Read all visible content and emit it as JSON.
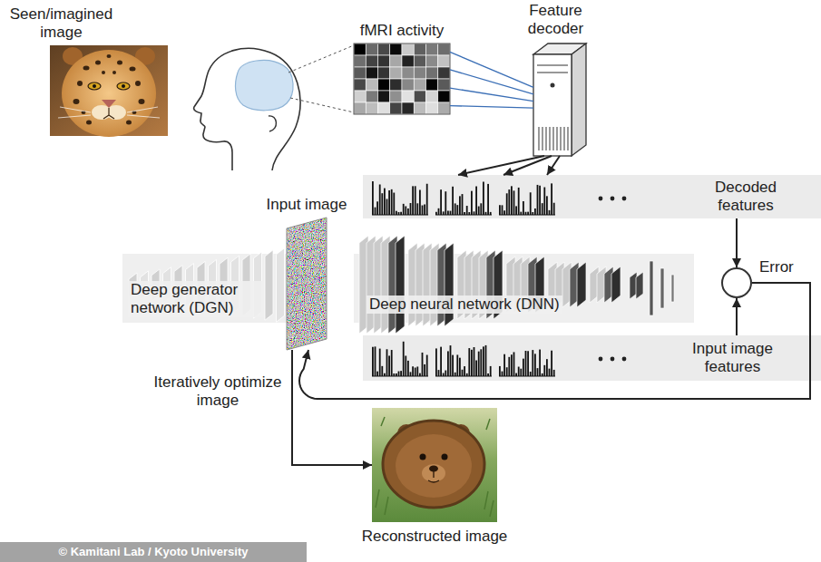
{
  "diagram": {
    "nodes": [
      {
        "text": [
          "Seen/imagined image"
        ]
      },
      {
        "text": [
          "fMRI activity"
        ]
      },
      {
        "text": [
          "Feature decoder"
        ]
      },
      {
        "text": [
          "Decoded features"
        ]
      },
      {
        "text": [
          "Input image"
        ]
      },
      {
        "text": [
          "Deep generator network (DGN)"
        ]
      },
      {
        "text": [
          "Deep neural network (DNN)"
        ]
      },
      {
        "text": [
          "Error"
        ]
      },
      {
        "text": [
          "Input image features"
        ]
      },
      {
        "text": [
          "Reconstructed image"
        ]
      }
    ],
    "edges": [
      {
        "from": 1,
        "to": 2,
        "arrow": "none"
      },
      {
        "from": 2,
        "to": 3,
        "arrow": "to"
      },
      {
        "from": 2,
        "to": 3,
        "arrow": "to"
      },
      {
        "from": 2,
        "to": 3,
        "arrow": "to"
      },
      {
        "from": 3,
        "to": 7,
        "arrow": "to"
      },
      {
        "from": 8,
        "to": 7,
        "arrow": "to"
      },
      {
        "from": 7,
        "to": 4,
        "arrow": "to"
      },
      {
        "from": 4,
        "to": 9,
        "arrow": "to"
      }
    ],
    "labels": [
      "Iteratively optimize image",
      "© Kamitani Lab / Kyoto University"
    ]
  }
}
